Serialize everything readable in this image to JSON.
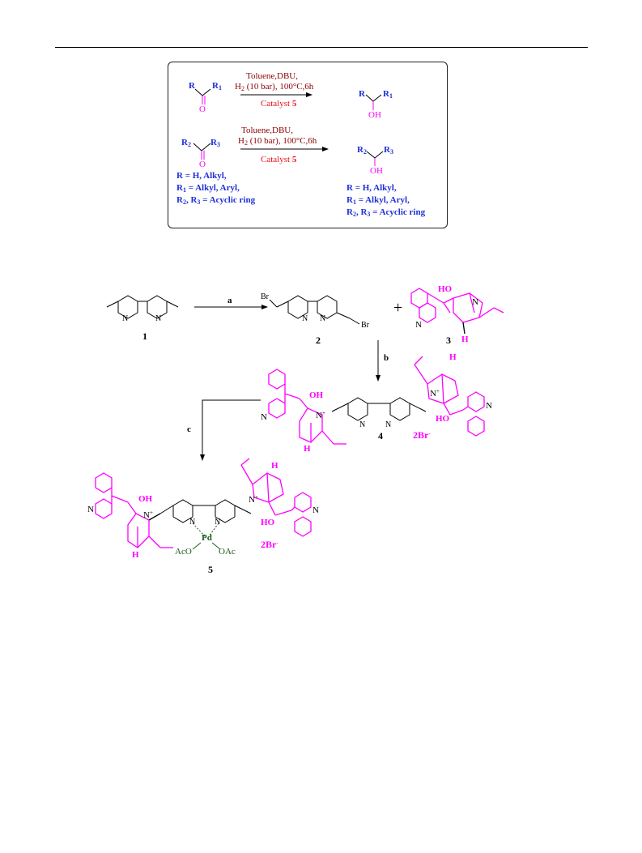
{
  "scheme1": {
    "cond_line1": "Toluene,DBU,",
    "cond_line2_h": "H",
    "cond_line2_sub": "2",
    "cond_line2_rest": " (10 bar), 100°C,6h",
    "catalyst_text": "Catalyst ",
    "catalyst_num": "5",
    "substrate_r": "R",
    "substrate_r1": "R",
    "substrate_r1_sub": "1",
    "substrate_o": "O",
    "product_r": "R",
    "product_r1": "R",
    "product_r1_sub": "1",
    "product_oh": "OH"
  },
  "scheme2": {
    "cond_line1": "Toluene,DBU,",
    "cond_line2_h": "H",
    "cond_line2_sub": "2",
    "cond_line2_rest": " (10 bar), 100°C,6h",
    "catalyst_text": "Catalyst ",
    "catalyst_num": "5",
    "substrate_r2": "R",
    "substrate_r2_sub": "2",
    "substrate_r3": "R",
    "substrate_r3_sub": "3",
    "substrate_o": "O",
    "product_r2": "R",
    "product_r2_sub": "2",
    "product_r3": "R",
    "product_r3_sub": "3",
    "product_oh": "OH"
  },
  "legend_left": {
    "line1": "R = H, Alkyl,",
    "line2_a": "R",
    "line2_sub": "1",
    "line2_b": " = Alkyl, Aryl,",
    "line3_a": "R",
    "line3_sub1": "2",
    "line3_b": ", R",
    "line3_sub2": "3",
    "line3_c": " = Acyclic ring"
  },
  "legend_right": {
    "line1": "R = H, Alkyl,",
    "line2_a": "R",
    "line2_sub": "1",
    "line2_b": " = Alkyl, Aryl,",
    "line3_a": "R",
    "line3_sub1": "2",
    "line3_b": ", R",
    "line3_sub2": "3",
    "line3_c": " = Acyclic ring"
  },
  "synthesis": {
    "step_a": "a",
    "step_b": "b",
    "step_c": "c",
    "plus": "+",
    "compound1_label": "1",
    "compound2_label": "2",
    "compound3_label": "3",
    "compound4_label": "4",
    "compound5_label": "5",
    "br": "Br",
    "n": "N",
    "ho": "HO",
    "oh": "OH",
    "h": "H",
    "n_plus": "N",
    "plus_sup": "+",
    "counterion_main": "2Br",
    "counterion_sup": "-",
    "pd": "Pd",
    "aco": "AcO",
    "oac": "OAc"
  },
  "colors": {
    "blue": "#1f2fd6",
    "magenta": "#ff00ff",
    "dark_red": "#8b0000",
    "red": "#e8101a",
    "dark_green": "#1a5c1a"
  }
}
